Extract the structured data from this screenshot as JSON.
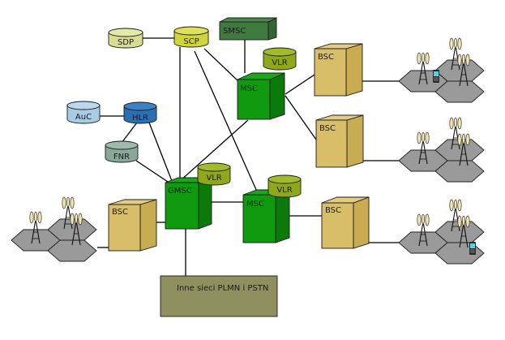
{
  "diagram": {
    "title": "",
    "colors": {
      "msc": "#0f9a0f",
      "vlr": "#8fa81a",
      "smsc": "#3f7a3f",
      "scp": "#d0d43a",
      "sdp": "#d7df8e",
      "hlr": "#2a6fb0",
      "auc": "#a8cbe6",
      "fnr": "#8aa89a",
      "bsc": "#d9be6a",
      "pstn": "#8f9060",
      "cell": "#9a9a9a"
    },
    "nodes": {
      "sdp": {
        "label": "SDP",
        "type": "database"
      },
      "scp": {
        "label": "SCP",
        "type": "database"
      },
      "smsc": {
        "label": "SMSC",
        "type": "box"
      },
      "vlr_top": {
        "label": "VLR",
        "type": "database"
      },
      "msc_top": {
        "label": "MSC",
        "type": "box"
      },
      "auc": {
        "label": "AuC",
        "type": "database"
      },
      "hlr": {
        "label": "HLR",
        "type": "database"
      },
      "fnr": {
        "label": "FNR",
        "type": "database"
      },
      "gmsc": {
        "label": "GMSC",
        "type": "box"
      },
      "vlr_gmsc": {
        "label": "VLR",
        "type": "database"
      },
      "msc_bottom": {
        "label": "MSC",
        "type": "box"
      },
      "vlr_bottom": {
        "label": "VLR",
        "type": "database"
      },
      "bsc_top1": {
        "label": "BSC",
        "type": "box"
      },
      "bsc_top2": {
        "label": "BSC",
        "type": "box"
      },
      "bsc_right": {
        "label": "BSC",
        "type": "box"
      },
      "bsc_left": {
        "label": "BSC",
        "type": "box"
      },
      "pstn": {
        "label": "Inne sieci PLMN i PSTN",
        "type": "rectangle"
      }
    },
    "edges": [
      [
        "sdp",
        "scp"
      ],
      [
        "scp",
        "gmsc"
      ],
      [
        "scp",
        "msc_top"
      ],
      [
        "scp",
        "msc_bottom"
      ],
      [
        "smsc",
        "msc_top"
      ],
      [
        "msc_top",
        "gmsc"
      ],
      [
        "msc_top",
        "bsc_top1"
      ],
      [
        "msc_top",
        "bsc_top2"
      ],
      [
        "auc",
        "hlr"
      ],
      [
        "hlr",
        "fnr"
      ],
      [
        "hlr",
        "gmsc"
      ],
      [
        "fnr",
        "gmsc"
      ],
      [
        "gmsc",
        "msc_bottom"
      ],
      [
        "gmsc",
        "bsc_left"
      ],
      [
        "gmsc",
        "pstn"
      ],
      [
        "msc_bottom",
        "bsc_right"
      ],
      [
        "bsc_top1",
        "cell_cluster_1"
      ],
      [
        "bsc_top2",
        "cell_cluster_2"
      ],
      [
        "bsc_right",
        "cell_cluster_3"
      ],
      [
        "bsc_left",
        "cell_cluster_4"
      ]
    ],
    "cell_clusters": [
      {
        "id": "cell_cluster_1",
        "towers": 3,
        "has_phone": true
      },
      {
        "id": "cell_cluster_2",
        "towers": 3,
        "has_phone": false
      },
      {
        "id": "cell_cluster_3",
        "towers": 3,
        "has_phone": true
      },
      {
        "id": "cell_cluster_4",
        "towers": 3,
        "has_phone": false
      }
    ]
  }
}
